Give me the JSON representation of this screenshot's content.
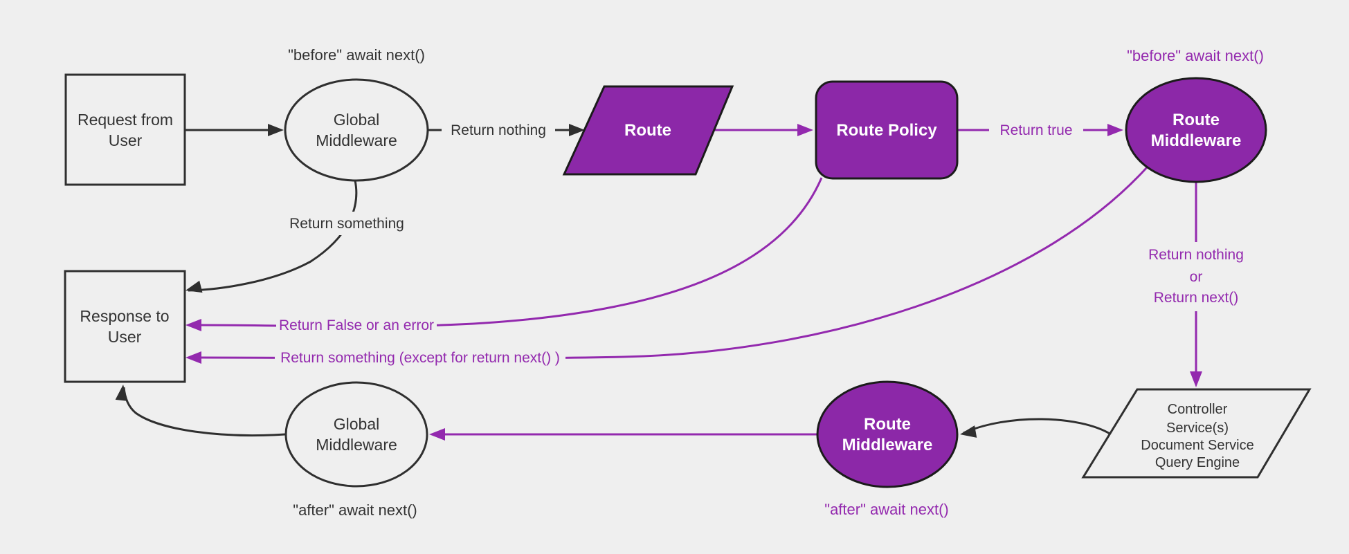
{
  "title": "Middleware request lifecycle flowchart",
  "colors": {
    "background": "#efefef",
    "dark_line": "#2f2f2f",
    "dark_text": "#333333",
    "purple_fill": "#8c28a8",
    "purple_line": "#9329ae",
    "shape_border": "#1b1b1b",
    "white_text": "#ffffff"
  },
  "nodes": {
    "request": {
      "line1": "Request from",
      "line2": "User"
    },
    "global_middleware_top": {
      "line1": "Global",
      "line2": "Middleware"
    },
    "route": {
      "label": "Route"
    },
    "route_policy": {
      "label": "Route Policy"
    },
    "route_middleware_top": {
      "line1": "Route",
      "line2": "Middleware"
    },
    "services": {
      "line1": "Controller",
      "line2": "Service(s)",
      "line3": "Document Service",
      "line4": "Query Engine"
    },
    "route_middleware_bottom": {
      "line1": "Route",
      "line2": "Middleware"
    },
    "global_middleware_bottom": {
      "line1": "Global",
      "line2": "Middleware"
    },
    "response": {
      "line1": "Response to",
      "line2": "User"
    }
  },
  "edge_labels": {
    "return_nothing": "Return nothing",
    "return_true": "Return true",
    "return_something": "Return something",
    "return_false": "Return False or an error",
    "return_something_except": "Return something (except for return next() )",
    "return_nothing_or": {
      "line1": "Return nothing",
      "line2": "or",
      "line3": "Return next()"
    }
  },
  "annotations": {
    "before_global": "\"before\" await next()",
    "before_route": "\"before\" await next()",
    "after_global": "\"after\" await next()",
    "after_route": "\"after\" await next()"
  }
}
